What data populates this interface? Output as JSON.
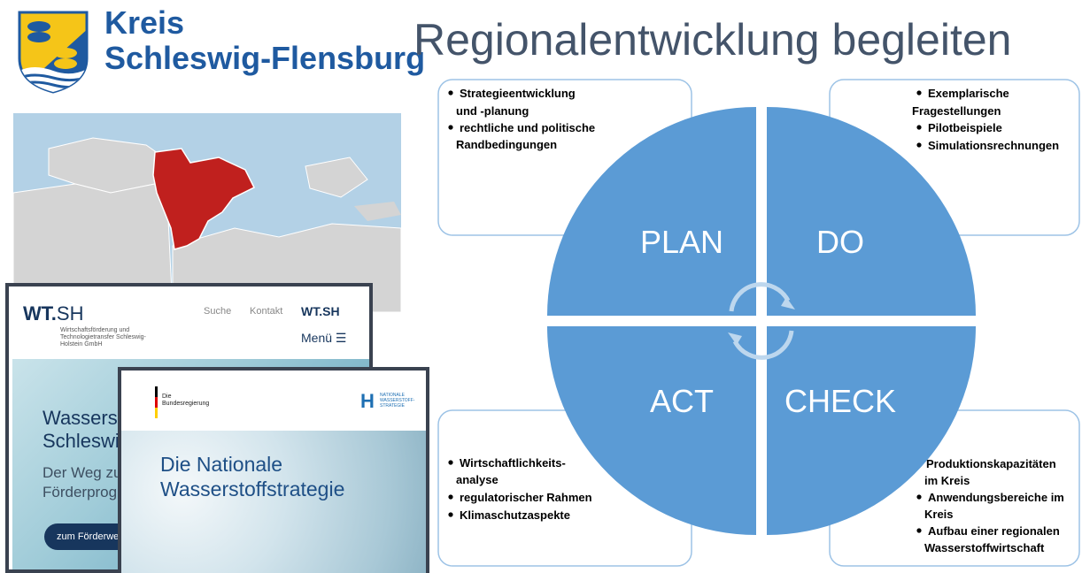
{
  "header": {
    "kreis_line1": "Kreis",
    "kreis_line2": "Schleswig-Flensburg",
    "slide_title": "Regionalentwicklung begleiten"
  },
  "colors": {
    "accent": "#1f5aa0",
    "title": "#44546a",
    "circle": "#5b9bd5",
    "callout_border": "#9dc3e6",
    "map_highlight": "#c0201e",
    "map_land": "#d4d4d4",
    "map_water": "#b3d1e6"
  },
  "map": {
    "icon": "regional-map"
  },
  "wtsh": {
    "logo_wt": "WT.",
    "logo_sh": "SH",
    "logo_sub": "Wirtschaftsförderung und Technologietransfer Schleswig-Holstein GmbH",
    "nav_search": "Suche",
    "nav_contact": "Kontakt",
    "logo_small": "WT.SH",
    "menu_label": "Menü ☰",
    "hero_title": "Wasserst\nSchleswi",
    "hero_sub": "Der Weg zu\nFörderprog",
    "button_label": "zum Förderwe"
  },
  "bundesregierung": {
    "label": "Die\nBundesregierung",
    "h_logo": "H",
    "h_text": "NATIONALE\nWASSERSTOFF-\nSTRATEGIE",
    "title": "Die Nationale\nWasserstoffstrategie"
  },
  "cycle": {
    "quadrants": {
      "plan": "PLAN",
      "do": "DO",
      "act": "ACT",
      "check": "CHECK"
    },
    "callouts": {
      "plan": [
        "Strategieentwicklung",
        "und -planung",
        "rechtliche und politische",
        "Randbedingungen"
      ],
      "do": [
        "Exemplarische",
        "Fragestellungen",
        "Pilotbeispiele",
        "Simulationsrechnungen"
      ],
      "act": [
        "Wirtschaftlichkeits-",
        "analyse",
        "regulatorischer Rahmen",
        "Klimaschutzaspekte"
      ],
      "check": [
        "Produktionskapazitäten",
        "im Kreis",
        "Anwendungsbereiche im",
        "Kreis",
        "Aufbau einer regionalen",
        "Wasserstoffwirtschaft"
      ]
    }
  }
}
